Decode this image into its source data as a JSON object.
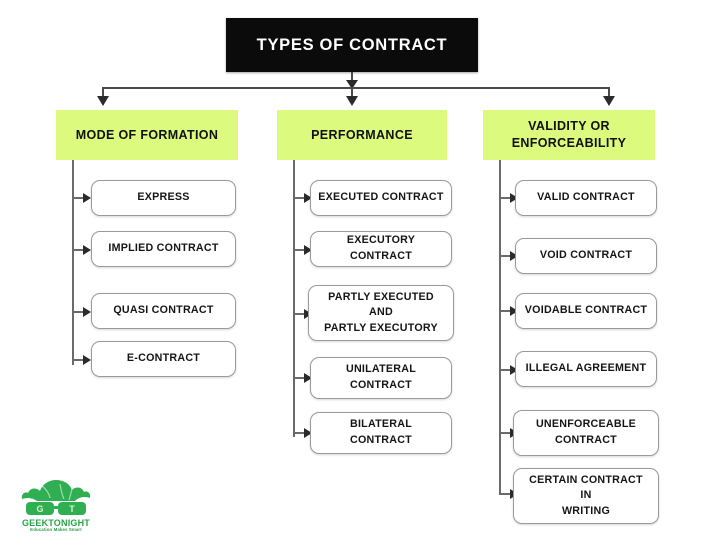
{
  "diagram": {
    "title": "TYPES OF CONTRACT",
    "title_bg": "#0b0b0b",
    "category_bg": "#dbfa7e",
    "branches": [
      {
        "heading": "MODE OF FORMATION",
        "items": [
          "EXPRESS",
          "IMPLIED CONTRACT",
          "QUASI CONTRACT",
          "E-CONTRACT"
        ]
      },
      {
        "heading": "PERFORMANCE",
        "items": [
          "EXECUTED CONTRACT",
          "EXECUTORY CONTRACT",
          "PARTLY EXECUTED\nAND\nPARTLY EXECUTORY",
          "UNILATERAL\nCONTRACT",
          "BILATERAL\nCONTRACT"
        ]
      },
      {
        "heading": "VALIDITY OR\nENFORCEABILITY",
        "items": [
          "VALID CONTRACT",
          "VOID CONTRACT",
          "VOIDABLE CONTRACT",
          "ILLEGAL AGREEMENT",
          "UNENFORCEABLE\nCONTRACT",
          "CERTAIN CONTRACT\nIN\nWRITING"
        ]
      }
    ]
  },
  "logo": {
    "wordmark": "GEEKTONIGHT",
    "tagline": "Education Makes Smart",
    "color": "#27a349"
  }
}
